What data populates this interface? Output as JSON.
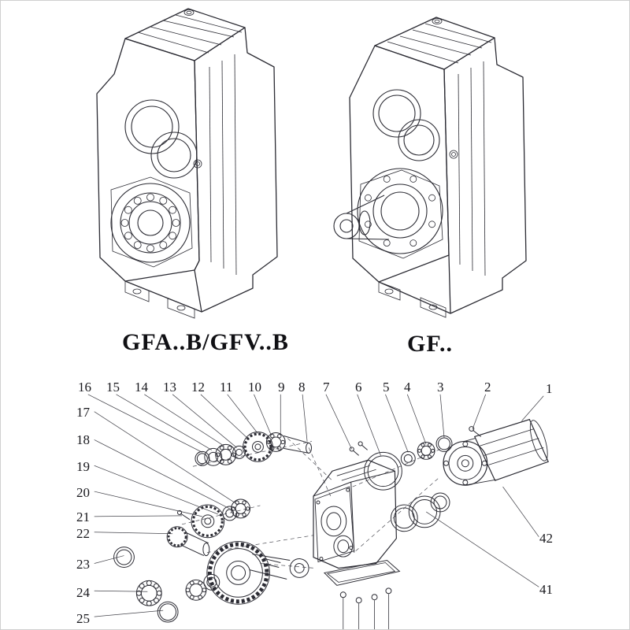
{
  "figures": {
    "left_model_label": "GFA..B/GFV..B",
    "right_model_label": "GF.."
  },
  "callouts": {
    "top": [
      "16",
      "15",
      "14",
      "13",
      "12",
      "11",
      "10",
      "9",
      "8",
      "7",
      "6",
      "5",
      "4",
      "3",
      "2",
      "1"
    ],
    "left": [
      "17",
      "18",
      "19",
      "20",
      "21",
      "22",
      "23",
      "24",
      "25"
    ],
    "right": [
      "42",
      "41"
    ]
  },
  "colors": {
    "ink": "#2b2b33",
    "background": "#ffffff"
  }
}
